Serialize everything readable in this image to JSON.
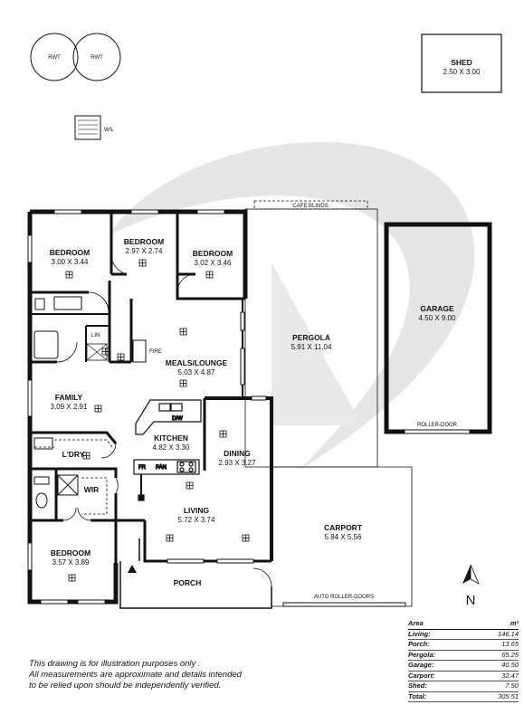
{
  "rooms": {
    "bed1": {
      "name": "BEDROOM",
      "dim": "3.00 X 3.44"
    },
    "bed2": {
      "name": "BEDROOM",
      "dim": "2.97 X 2.74"
    },
    "bed3": {
      "name": "BEDROOM",
      "dim": "3.02 X 3.46"
    },
    "meals": {
      "name": "MEALS/LOUNGE",
      "dim": "5.03 X 4.87"
    },
    "family": {
      "name": "FAMILY",
      "dim": "3.09 X 2.91"
    },
    "kitchen": {
      "name": "KITCHEN",
      "dim": "4.82 X 3.30"
    },
    "dining": {
      "name": "DINING",
      "dim": "2.93 X 3.27"
    },
    "living": {
      "name": "LIVING",
      "dim": "5.72 X 3.74"
    },
    "bed4": {
      "name": "BEDROOM",
      "dim": "3.57 X 3.89"
    },
    "porch": {
      "name": "PORCH"
    },
    "pergola": {
      "name": "PERGOLA",
      "dim": "5.91 X 11.04"
    },
    "garage": {
      "name": "GARAGE",
      "dim": "4.50 X 9.00"
    },
    "carport": {
      "name": "CARPORT",
      "dim": "5.84 X 5.56"
    },
    "shed": {
      "name": "SHED",
      "dim": "2.50 X 3.00"
    },
    "ldry": {
      "name": "L'DRY"
    },
    "wir": {
      "name": "WIR"
    }
  },
  "labels": {
    "rwt1": "RWT",
    "rwt2": "RWT",
    "wl": "W/L",
    "lin": "LIN",
    "fire": "FIRE",
    "dw": "D/W",
    "fr": "FR",
    "pan": "PAN",
    "cafe_blinds": "CAFE BLINDS",
    "roller_door": "ROLLER-DOOR",
    "auto_roller_doors": "AUTO ROLLER-DOORS",
    "north": "N"
  },
  "area_table": {
    "header": {
      "label": "Area",
      "unit": "m²"
    },
    "rows": [
      {
        "label": "Living:",
        "value": "146.14"
      },
      {
        "label": "Porch:",
        "value": "13.65"
      },
      {
        "label": "Pergola:",
        "value": "65.25"
      },
      {
        "label": "Garage:",
        "value": "40.50"
      },
      {
        "label": "Carport:",
        "value": "32.47"
      },
      {
        "label": "Shed:",
        "value": "7.50"
      },
      {
        "label": "Total:",
        "value": "305.51"
      }
    ]
  },
  "disclaimer": {
    "line1": "This drawing is for illustration purposes only .",
    "line2": "All measurements are approximate and details intended",
    "line3": "to be relied upon should be independently verified."
  }
}
